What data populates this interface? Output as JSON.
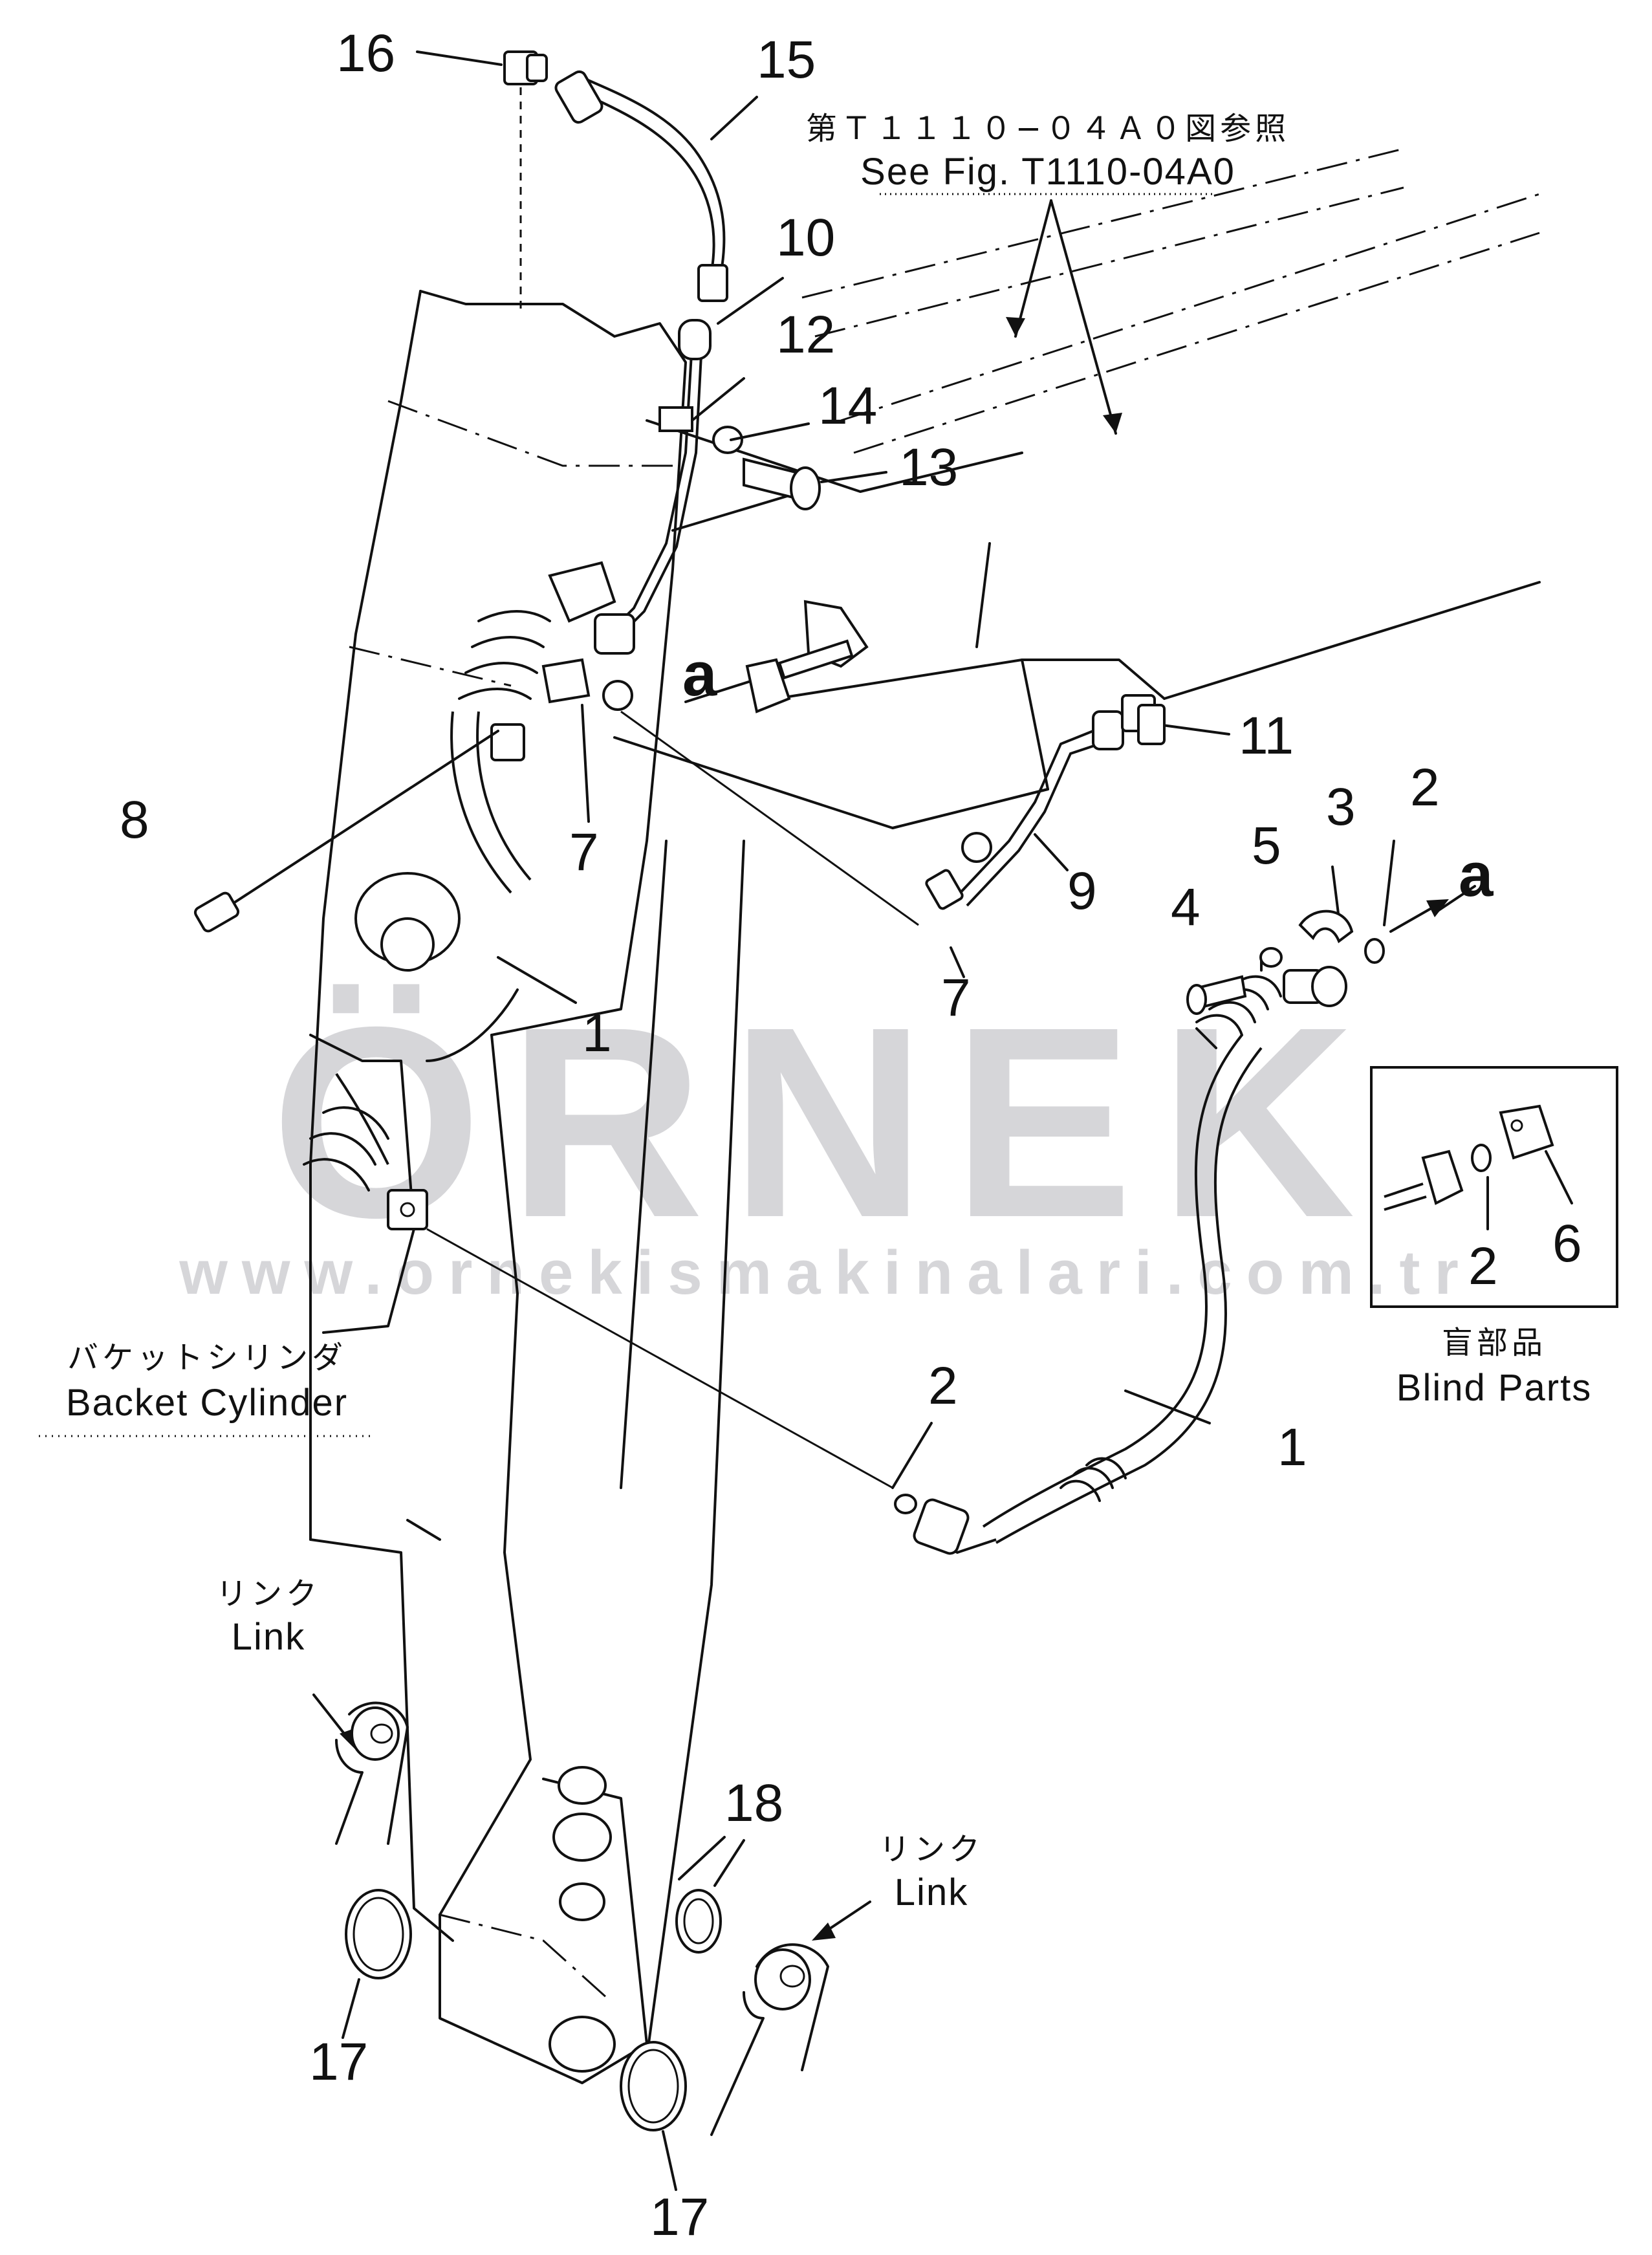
{
  "reference": {
    "jp": "第Ｔ１１１０−０４Ａ０図参照",
    "en": "See Fig. T1110-04A0"
  },
  "callouts": {
    "c16": "16",
    "c15": "15",
    "c10": "10",
    "c12": "12",
    "c14": "14",
    "c13": "13",
    "c11": "11",
    "c8": "8",
    "c7a": "7",
    "c7b": "7",
    "c9": "9",
    "c4": "4",
    "c5": "5",
    "c3": "3",
    "c2a": "2",
    "c1a": "1",
    "c2b": "2",
    "c6": "6",
    "c2c": "2",
    "c1b": "1",
    "c18": "18",
    "c17a": "17",
    "c17b": "17"
  },
  "markers": {
    "a1": "a",
    "a2": "a"
  },
  "labels": {
    "bucket_cylinder_jp": "バケットシリンダ",
    "bucket_cylinder_en": "Backet Cylinder",
    "link1_jp": "リンク",
    "link1_en": "Link",
    "link2_jp": "リンク",
    "link2_en": "Link"
  },
  "blind_parts": {
    "jp": "盲部品",
    "en": "Blind Parts"
  },
  "watermark": {
    "brand": "ÖRNEK",
    "url": "www.ornekismakinalari.com.tr"
  },
  "colors": {
    "line": "#111111",
    "background": "#ffffff",
    "watermark_gray": "#d6d6d9",
    "watermark_yellow": "#f2d889"
  }
}
